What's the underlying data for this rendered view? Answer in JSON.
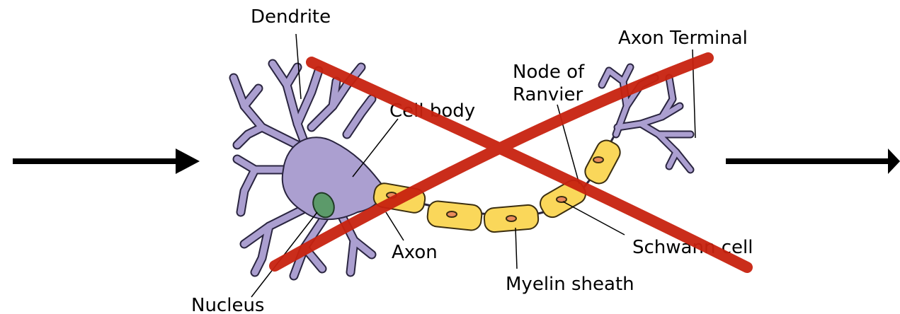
{
  "labels": {
    "dendrite": "Dendrite",
    "axon_terminal": "Axon Terminal",
    "node_of": "Node of",
    "ranvier": "Ranvier",
    "cell_body": "Cell body",
    "axon": "Axon",
    "schwann_cell": "Schwann cell",
    "myelin_sheath": "Myelin sheath",
    "nucleus": "Nucleus"
  },
  "colors": {
    "neuron": "#ab9fd0",
    "neuron_outline": "#2a2540",
    "nucleus": "#5c9a6a",
    "myelin": "#fad75a",
    "myelin_outline": "#3b2e10",
    "schwann_nucleus": "#ea8a5a",
    "cross": "#c8220f",
    "arrow": "#000000"
  },
  "icons": {
    "input_arrow": "arrow-right-icon",
    "output_arrow": "arrow-right-icon",
    "strike": "red-x-cross-icon"
  }
}
